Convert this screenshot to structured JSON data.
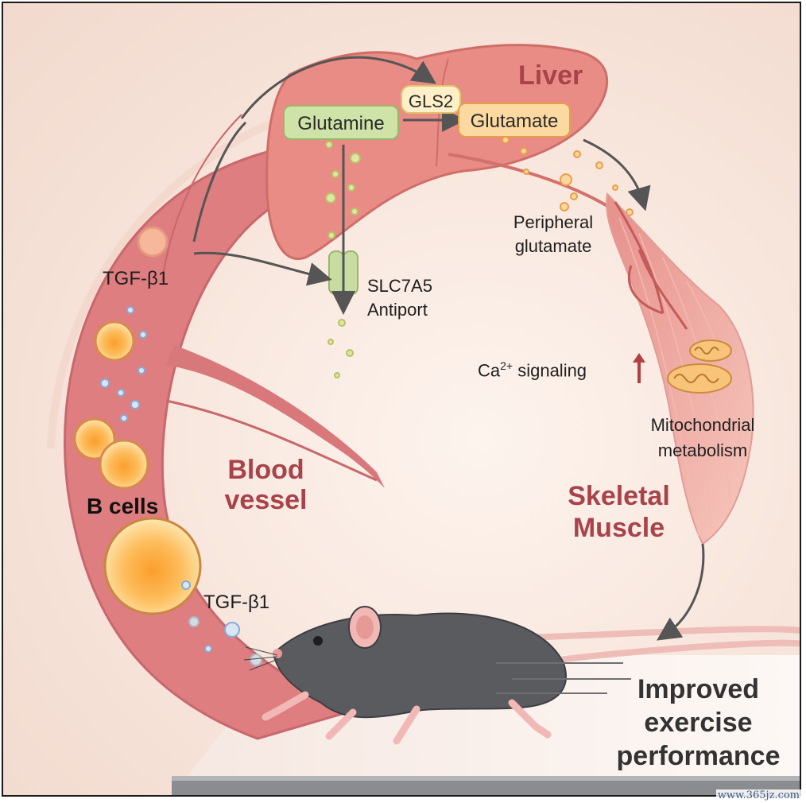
{
  "labels": {
    "liver": "Liver",
    "gls2": "GLS2",
    "glutamine": "Glutamine",
    "glutamate": "Glutamate",
    "peripheral_glutamate_line1": "Peripheral",
    "peripheral_glutamate_line2": "glutamate",
    "tgf_top": "TGF-β1",
    "slc7a5_line1": "SLC7A5",
    "slc7a5_line2": "Antiport",
    "ca_prefix": "Ca",
    "ca_superscript": "2+",
    "ca_suffix": " signaling",
    "mito_line1": "Mitochondrial",
    "mito_line2": "metabolism",
    "blood_line1": "Blood",
    "blood_line2": "vessel",
    "b_cells": "B cells",
    "skeletal_line1": "Skeletal",
    "skeletal_line2": "Muscle",
    "tgf_bottom": "TGF-β1",
    "improved_line1": "Improved",
    "improved_line2": "exercise",
    "improved_line3": "performance"
  },
  "watermark": "www.365jz.com",
  "colors": {
    "organ_red": "#a8434a",
    "liver_fill": "#e98c86",
    "vessel_fill": "#de7e80",
    "glutamine_fill": "#cfe3a8",
    "glutamate_fill": "#fcd9a0",
    "gls2_fill": "#fdf0c8",
    "b_cell_fill": "#fbb24a",
    "mouse_fill": "#5a5b5f",
    "arrow_gray": "#555555",
    "up_arrow": "#b0413f"
  },
  "icons": [
    "liver-organ",
    "blood-vessel",
    "skeletal-muscle",
    "mitochondria-icon",
    "slc7a5-transporter-icon",
    "mouse-illustration",
    "b-cell-icon",
    "treadmill"
  ]
}
